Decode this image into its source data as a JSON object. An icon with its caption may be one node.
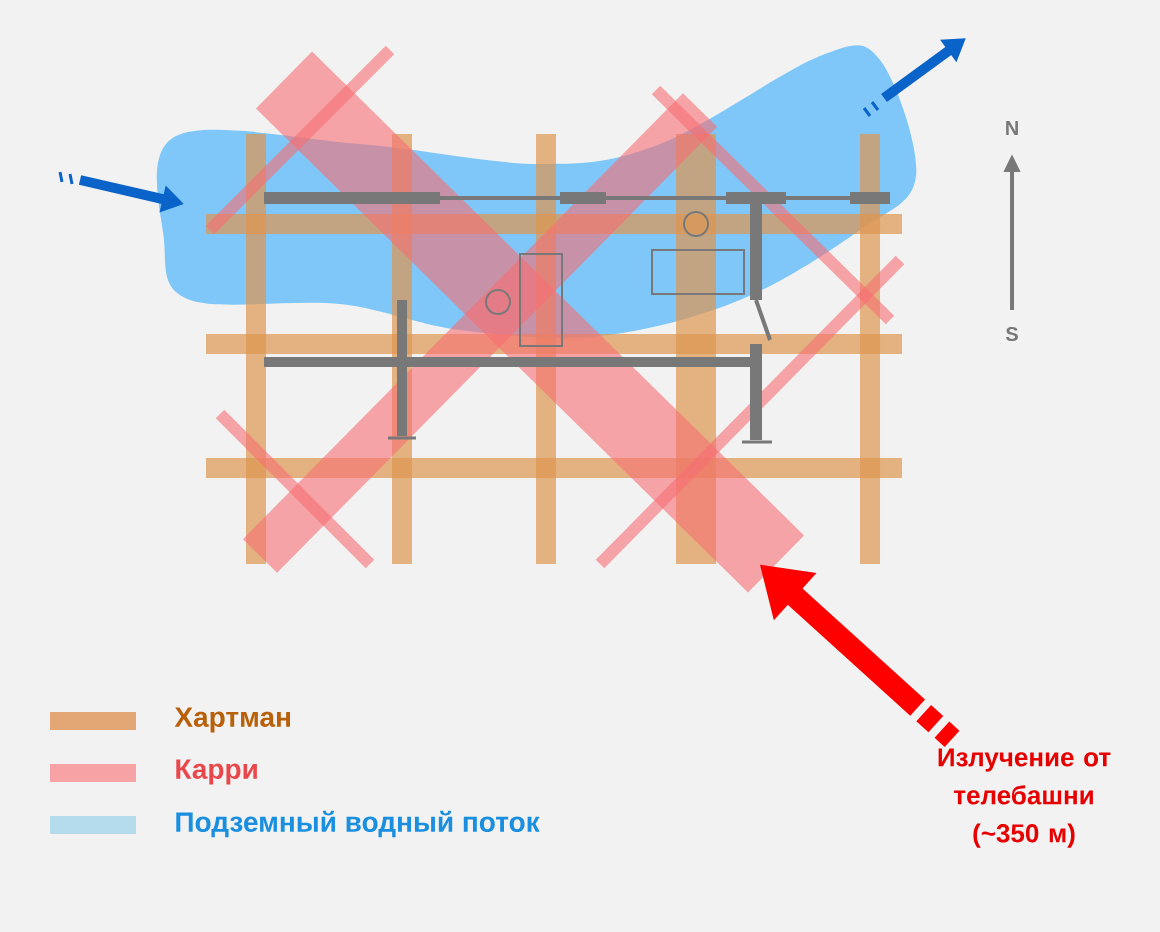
{
  "diagram": {
    "nodes": [
      {
        "text": [
          "Излучение от телебашни (~350 м)"
        ]
      },
      {
        "text": [],
        "shape": "picture"
      }
    ],
    "edges": [
      {
        "from": 0,
        "to": 1,
        "arrow": "to",
        "color": "#ff0000"
      }
    ],
    "labels": [
      "N",
      "S"
    ],
    "legend": [
      {
        "text": "Хартман",
        "color": "#e2a774"
      },
      {
        "text": "Карри",
        "color": "#f7a3a6"
      },
      {
        "text": "Подземный водный поток",
        "color": "#b4dcec"
      }
    ]
  }
}
